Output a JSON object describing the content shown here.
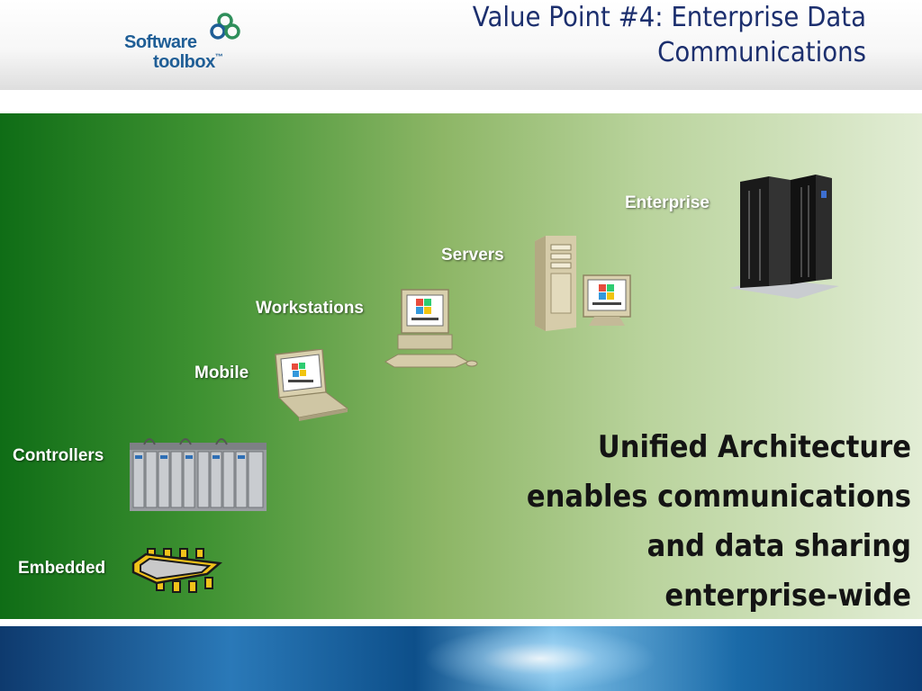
{
  "header": {
    "logo_line1": "Software",
    "logo_line2": "toolbox",
    "logo_tm": "™",
    "title_line1": "Value Point #4: Enterprise Data",
    "title_line2": "Communications"
  },
  "diagram": {
    "labels": {
      "enterprise": "Enterprise",
      "servers": "Servers",
      "workstations": "Workstations",
      "mobile": "Mobile",
      "controllers": "Controllers",
      "embedded": "Embedded"
    },
    "tagline_lines": [
      "Unified Architecture",
      "enables communications",
      "and data sharing",
      "enterprise-wide"
    ]
  },
  "colors": {
    "title": "#1c2f6e",
    "logo": "#1f5e96",
    "panel_dark": "#0f6d16",
    "panel_light": "#e2edd5",
    "chip": "#f2c21a"
  },
  "icons": [
    "logo-mark-icon",
    "mainframe-icon",
    "server-icon",
    "workstation-icon",
    "laptop-icon",
    "plc-controller-icon",
    "microchip-icon"
  ]
}
